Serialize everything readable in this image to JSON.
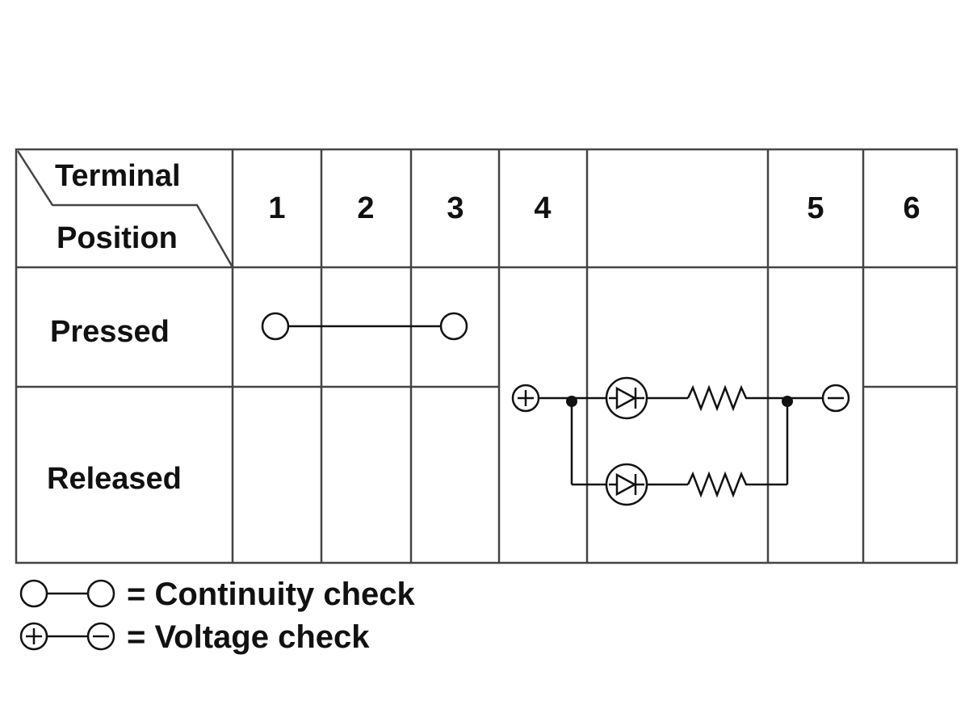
{
  "table": {
    "header_terminal": "Terminal",
    "header_position": "Position",
    "columns": [
      "1",
      "2",
      "3",
      "4",
      "",
      "5",
      "6"
    ],
    "rows": [
      "Pressed",
      "Released"
    ]
  },
  "legend": {
    "continuity": "= Continuity check",
    "voltage": "= Voltage check"
  },
  "icons": [
    "continuity-terminal-icon",
    "plus-terminal-icon",
    "minus-terminal-icon",
    "diode-icon",
    "resistor-icon",
    "junction-dot-icon"
  ]
}
